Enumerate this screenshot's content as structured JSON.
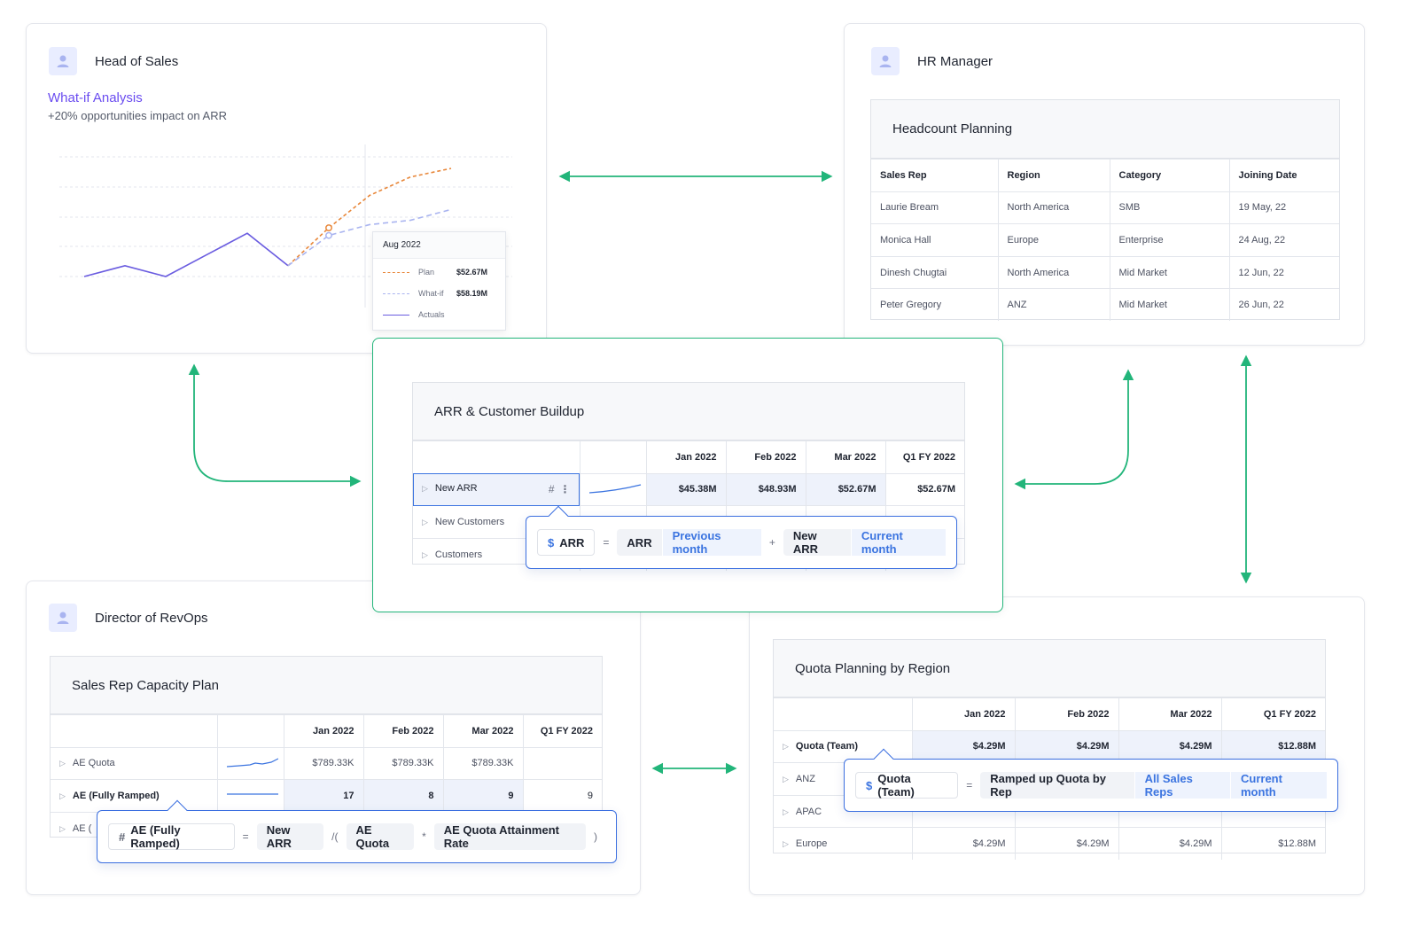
{
  "head_of_sales": {
    "persona": "Head of Sales",
    "title": "What-if Analysis",
    "subtitle": "+20% opportunities impact on ARR",
    "tooltip": {
      "date": "Aug 2022",
      "rows": [
        {
          "label": "Plan",
          "value": "$52.67M"
        },
        {
          "label": "What-if",
          "value": "$58.19M"
        },
        {
          "label": "Actuals",
          "value": ""
        }
      ]
    },
    "colors": {
      "plan": "#e8873a",
      "whatif": "#a9b4f0",
      "actuals": "#6a5ce0",
      "title": "#6a4cf0"
    }
  },
  "chart_data": {
    "type": "line",
    "series": [
      {
        "name": "Actuals",
        "values": [
          0.0,
          0.1,
          0.0,
          0.2,
          0.4,
          0.1
        ]
      },
      {
        "name": "Plan",
        "values": [
          null,
          null,
          null,
          null,
          null,
          0.1,
          0.45,
          0.75,
          0.92,
          1.0
        ]
      },
      {
        "name": "What-if",
        "values": [
          null,
          null,
          null,
          null,
          null,
          0.1,
          0.38,
          0.48,
          0.52,
          0.62
        ]
      }
    ]
  },
  "hr_manager": {
    "persona": "HR Manager",
    "panel_title": "Headcount Planning",
    "columns": [
      "Sales Rep",
      "Region",
      "Category",
      "Joining Date"
    ],
    "rows": [
      [
        "Laurie Bream",
        "North America",
        "SMB",
        "19 May, 22"
      ],
      [
        "Monica Hall",
        "Europe",
        "Enterprise",
        "24 Aug, 22"
      ],
      [
        "Dinesh Chugtai",
        "North America",
        "Mid Market",
        "12 Jun, 22"
      ],
      [
        "Peter Gregory",
        "ANZ",
        "Mid Market",
        "26 Jun, 22"
      ]
    ]
  },
  "arr": {
    "panel_title": "ARR & Customer Buildup",
    "columns": [
      "Jan 2022",
      "Feb 2022",
      "Mar 2022",
      "Q1 FY 2022"
    ],
    "rows": [
      {
        "label": "New ARR",
        "values": [
          "$45.38M",
          "$48.93M",
          "$52.67M",
          "$52.67M"
        ]
      },
      {
        "label": "New Customers",
        "values": [
          "",
          "",
          "",
          ""
        ]
      },
      {
        "label": "Customers",
        "values": [
          "",
          "",
          "",
          ""
        ]
      }
    ],
    "row_icons": [
      "#",
      "⋮"
    ],
    "formula": {
      "result": "ARR",
      "eq": "=",
      "ref1": "ARR",
      "ref1_mod": "Previous month",
      "plus": "+",
      "ref2": "New ARR",
      "ref2_mod": "Current month"
    }
  },
  "revops": {
    "persona": "Director of RevOps",
    "panel_title": "Sales Rep Capacity Plan",
    "columns": [
      "Jan 2022",
      "Feb 2022",
      "Mar 2022",
      "Q1 FY 2022"
    ],
    "rows": [
      {
        "label": "AE Quota",
        "values": [
          "$789.33K",
          "$789.33K",
          "$789.33K",
          ""
        ]
      },
      {
        "label": "AE (Fully Ramped)",
        "values": [
          "17",
          "8",
          "9",
          "9"
        ]
      },
      {
        "label": "AE (",
        "values": [
          "",
          "",
          "",
          ""
        ]
      }
    ],
    "formula": {
      "result": "AE (Fully Ramped)",
      "eq": "=",
      "ref1": "New ARR",
      "div": "/(",
      "ref2": "AE Quota",
      "mul": "*",
      "ref3": "AE Quota Attainment Rate",
      "close": ")"
    }
  },
  "quota": {
    "panel_title": "Quota Planning by Region",
    "columns": [
      "Jan 2022",
      "Feb 2022",
      "Mar 2022",
      "Q1 FY 2022"
    ],
    "rows": [
      {
        "label": "Quota (Team)",
        "values": [
          "$4.29M",
          "$4.29M",
          "$4.29M",
          "$12.88M"
        ]
      },
      {
        "label": "ANZ",
        "values": [
          "",
          "",
          "",
          ""
        ]
      },
      {
        "label": "APAC",
        "values": [
          "",
          "",
          "",
          ""
        ]
      },
      {
        "label": "Europe",
        "values": [
          "$4.29M",
          "$4.29M",
          "$4.29M",
          "$12.88M"
        ]
      }
    ],
    "formula": {
      "result": "Quota (Team)",
      "eq": "=",
      "ref1": "Ramped up Quota by Rep",
      "ref1_mod": "All Sales Reps",
      "ref1_mod2": "Current month"
    }
  },
  "connector_color": "#22b57a"
}
